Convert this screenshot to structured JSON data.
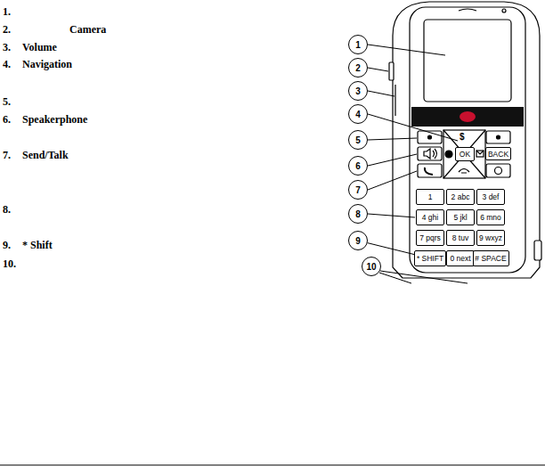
{
  "diagram": {
    "nodes": [
      {
        "text": [
          "1"
        ]
      },
      {
        "text": [
          "2"
        ]
      },
      {
        "text": [
          "3"
        ]
      },
      {
        "text": [
          "4"
        ]
      },
      {
        "text": [
          "5"
        ]
      },
      {
        "text": [
          "6"
        ]
      },
      {
        "text": [
          "7"
        ]
      },
      {
        "text": [
          "8"
        ]
      },
      {
        "text": [
          "9"
        ]
      },
      {
        "text": [
          "10"
        ]
      },
      {
        "text": [
          "OK"
        ]
      },
      {
        "text": [
          "BACK"
        ]
      },
      {
        "text": [
          "1"
        ]
      },
      {
        "text": [
          "2 abc"
        ]
      },
      {
        "text": [
          "3 def"
        ]
      },
      {
        "text": [
          "4 ghi"
        ]
      },
      {
        "text": [
          "5 jkl"
        ]
      },
      {
        "text": [
          "6 mno"
        ]
      },
      {
        "text": [
          "7 pqrs"
        ]
      },
      {
        "text": [
          "8 tuv"
        ]
      },
      {
        "text": [
          "9 wxyz"
        ]
      },
      {
        "text": [
          "* SHIFT"
        ]
      },
      {
        "text": [
          "0 next"
        ]
      },
      {
        "text": [
          "# SPACE"
        ]
      }
    ],
    "edges": [
      {
        "from": 8,
        "to": 21,
        "arrow": "none"
      }
    ],
    "labels": [
      "1.",
      "2.",
      "Camera",
      "3.",
      "Volume",
      "4.",
      "Navigation",
      "5.",
      "6.",
      "Speakerphone",
      "7.",
      "Send/Talk",
      "8.",
      "9.",
      "* Shift",
      "10.",
      "$"
    ]
  }
}
